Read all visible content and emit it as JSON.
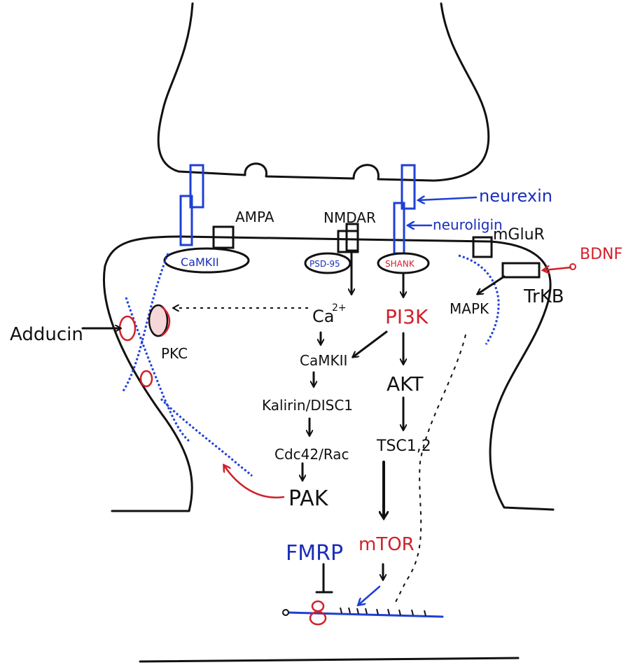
{
  "labels": {
    "ampa": "AMPA",
    "nmdar": "NMDAR",
    "mglur": "mGluR",
    "neurexin": "neurexin",
    "neuroligin": "neuroligin",
    "bdnf": "BDNF",
    "trkb": "TrKB",
    "camkii_top": "CaMKII",
    "psd95": "PSD-95",
    "shank": "SHANK",
    "ca": "Ca",
    "ca_sup": "2+",
    "pi3k": "PI3K",
    "mapk": "MAPK",
    "camkii": "CaMKII",
    "akt": "AKT",
    "kalirin": "Kalirin/DISC1",
    "tsc": "TSC1,2",
    "cdc42": "Cdc42/Rac",
    "pak": "PAK",
    "adducin": "Adducin",
    "pkc": "PKC",
    "fmrp": "FMRP",
    "mtor": "mTOR"
  },
  "colors": {
    "black": "#111111",
    "blue": "#1f3fd6",
    "red": "#d0212b"
  }
}
